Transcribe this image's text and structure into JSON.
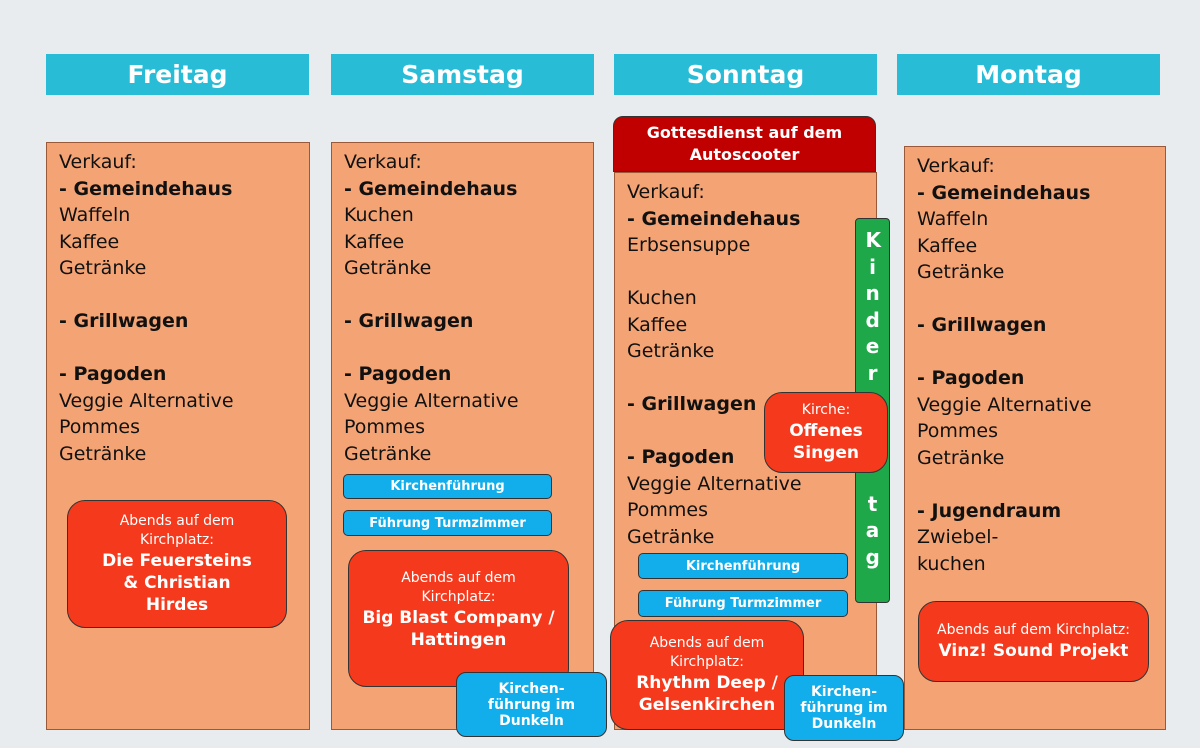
{
  "days": [
    {
      "name": "Freitag",
      "lines": [
        [
          "Verkauf:",
          0
        ],
        [
          "- Gemeindehaus",
          1
        ],
        [
          "Waffeln",
          0
        ],
        [
          "Kaffee",
          0
        ],
        [
          "Getränke",
          0
        ],
        [
          "",
          0
        ],
        [
          "- Grillwagen",
          1
        ],
        [
          "",
          0
        ],
        [
          "- Pagoden",
          1
        ],
        [
          "Veggie Alternative",
          0
        ],
        [
          "Pommes",
          0
        ],
        [
          "Getränke",
          0
        ]
      ],
      "evening": {
        "intro": "Abends auf dem Kirchplatz:",
        "act": "Die Feuersteins & Christian Hirdes"
      }
    },
    {
      "name": "Samstag",
      "lines": [
        [
          "Verkauf:",
          0
        ],
        [
          "- Gemeindehaus",
          1
        ],
        [
          "Kuchen",
          0
        ],
        [
          "Kaffee",
          0
        ],
        [
          "Getränke",
          0
        ],
        [
          "",
          0
        ],
        [
          "- Grillwagen",
          1
        ],
        [
          "",
          0
        ],
        [
          "- Pagoden",
          1
        ],
        [
          "Veggie Alternative",
          0
        ],
        [
          "Pommes",
          0
        ],
        [
          "Getränke",
          0
        ]
      ],
      "tour1": "Kirchenführung",
      "tour2": "Führung Turmzimmer",
      "evening": {
        "intro": "Abends auf dem Kirchplatz:",
        "act": "Big Blast Company / Hattingen"
      },
      "dark_tour": "Kirchen-führung im Dunkeln"
    },
    {
      "name": "Sonntag",
      "service": "Gottesdienst auf dem Autoscooter",
      "lines": [
        [
          "Verkauf:",
          0
        ],
        [
          "- Gemeindehaus",
          1
        ],
        [
          "Erbsensuppe",
          0
        ],
        [
          "",
          0
        ],
        [
          "Kuchen",
          0
        ],
        [
          "Kaffee",
          0
        ],
        [
          "Getränke",
          0
        ],
        [
          "",
          0
        ],
        [
          "- Grillwagen",
          1
        ],
        [
          "",
          0
        ],
        [
          "- Pagoden",
          1
        ],
        [
          "Veggie Alternative",
          0
        ],
        [
          "Pommes",
          0
        ],
        [
          "Getränke",
          0
        ]
      ],
      "kindertag_a": "Kinder",
      "kindertag_b": "tag",
      "singing": {
        "intro": "Kirche:",
        "title": "Offenes Singen"
      },
      "tour1": "Kirchenführung",
      "tour2": "Führung Turmzimmer",
      "evening": {
        "intro": "Abends auf dem Kirchplatz:",
        "act": "Rhythm Deep / Gelsenkirchen"
      },
      "dark_tour": "Kirchen-führung im Dunkeln"
    },
    {
      "name": "Montag",
      "lines": [
        [
          "Verkauf:",
          0
        ],
        [
          "- Gemeindehaus",
          1
        ],
        [
          "Waffeln",
          0
        ],
        [
          "Kaffee",
          0
        ],
        [
          "Getränke",
          0
        ],
        [
          "",
          0
        ],
        [
          "- Grillwagen",
          1
        ],
        [
          "",
          0
        ],
        [
          "- Pagoden",
          1
        ],
        [
          "Veggie Alternative",
          0
        ],
        [
          "Pommes",
          0
        ],
        [
          "Getränke",
          0
        ],
        [
          "",
          0
        ],
        [
          "- Jugendraum",
          1
        ],
        [
          "Zwiebel-",
          0
        ],
        [
          "kuchen",
          0
        ]
      ],
      "evening": {
        "intro": "Abends auf dem Kirchplatz:",
        "act": "Vinz! Sound Projekt"
      }
    }
  ]
}
